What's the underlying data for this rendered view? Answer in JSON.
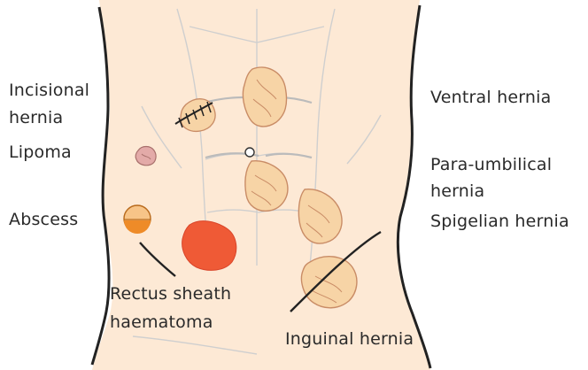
{
  "labels": {
    "incisional_line1": "Incisional",
    "incisional_line2": "hernia",
    "lipoma": "Lipoma",
    "abscess": "Abscess",
    "rectus_line1": "Rectus sheath",
    "rectus_line2": "haematoma",
    "ventral": "Ventral hernia",
    "paraumbilical_line1": "Para-umbilical",
    "paraumbilical_line2": "hernia",
    "spigelian": "Spigelian hernia",
    "inguinal": "Inguinal hernia"
  },
  "colors": {
    "skin": "#fde9d5",
    "hernia_fill": "#f7d4a6",
    "hernia_stroke": "#c98c66",
    "haematoma": "#ef5a36",
    "abscess_top": "#f7c488",
    "abscess_bottom": "#ee8b28",
    "lipoma": "#e3aaa8",
    "outline": "#222222",
    "muscle_line": "#cfcfcf"
  }
}
